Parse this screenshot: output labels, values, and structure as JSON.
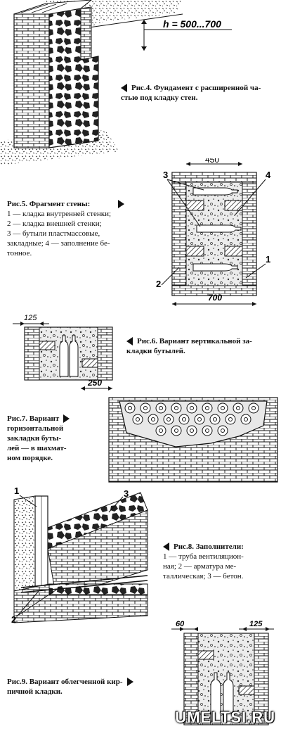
{
  "figures": {
    "fig4": {
      "dimension_label": "h = 500...700",
      "caption_title": "Рис.4. Фундамент с расширенной ча-",
      "caption_rest": "стью под кладку стен."
    },
    "fig5": {
      "dim_top": "450",
      "dim_bottom": "700",
      "callout_1": "1",
      "callout_2": "2",
      "callout_3": "3",
      "callout_4": "4",
      "caption_title": "Рис.5. Фрагмент стены:",
      "caption_lines": [
        "1 — кладка внутренней стенки;",
        "2 — кладка внешней стенки;",
        "3 — бутыли пластмассовые,",
        "закладные; 4 — заполнение бе-",
        "тонное."
      ]
    },
    "fig6": {
      "dim_top": "125",
      "dim_bottom": "250",
      "caption_line1": "Рис.6. Вариант вертикальной за-",
      "caption_line2": "кладки бутылей."
    },
    "fig7": {
      "caption_lines": [
        "Рис.7. Вариант",
        "горизонтальной",
        "закладки буты-",
        "лей — в шахмат-",
        "ном порядке."
      ]
    },
    "fig8": {
      "callout_1": "1",
      "callout_2": "2",
      "callout_3": "3",
      "caption_title": "Рис.8. Заполнители:",
      "caption_lines": [
        "1 — труба вентиляцион-",
        "ная; 2 — арматура ме-",
        "таллическая; 3 — бетон."
      ]
    },
    "fig9": {
      "dim_left": "60",
      "dim_right": "125",
      "caption_line1": "Рис.9. Вариант облегченной кир-",
      "caption_line2": "пичной кладки."
    }
  },
  "watermark": "UMELTSI.RU",
  "colors": {
    "ink": "#111111",
    "paper": "#ffffff",
    "fill": "#e8e8e8"
  }
}
